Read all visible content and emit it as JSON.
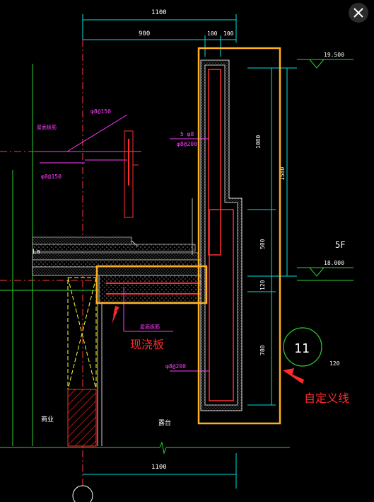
{
  "dimensions": {
    "top_total": "1100",
    "top_left": "900",
    "top_mid1": "100",
    "top_mid2": "100",
    "right_1080": "1080",
    "right_1580": "1580",
    "right_500": "500",
    "right_120": "120",
    "right_780": "780",
    "bottom_total": "1100"
  },
  "elevations": {
    "upper": "19.500",
    "lower": "18.000"
  },
  "rebar_labels": {
    "phi8_150_top": "φ8@150",
    "phi8_150_mid": "φ8@150",
    "roof_rebar": "屋面板筋",
    "five_phi8": "5 φ8",
    "phi8_200_upper": "φ8@200",
    "phi8_200_lower": "φ8@200",
    "slab_rebar": "屋面板筋"
  },
  "labels": {
    "floor": "5F",
    "la": "La",
    "circle_num": "11",
    "small_120": "120",
    "commerce": "商业",
    "terrace": "露台"
  },
  "annotations": {
    "cast_slab": "现浇板",
    "custom_line": "自定义线"
  },
  "colors": {
    "background": "#000000",
    "dimension": "#ffffff",
    "axis": "#ff3b3b",
    "wall": "#ffffff",
    "rebar_red": "#ff2020",
    "magenta": "#ff3cff",
    "green": "#3cff3c",
    "yellow": "#ffff33",
    "highlight": "#ffb020",
    "annotation_red": "#ff2a2a"
  }
}
